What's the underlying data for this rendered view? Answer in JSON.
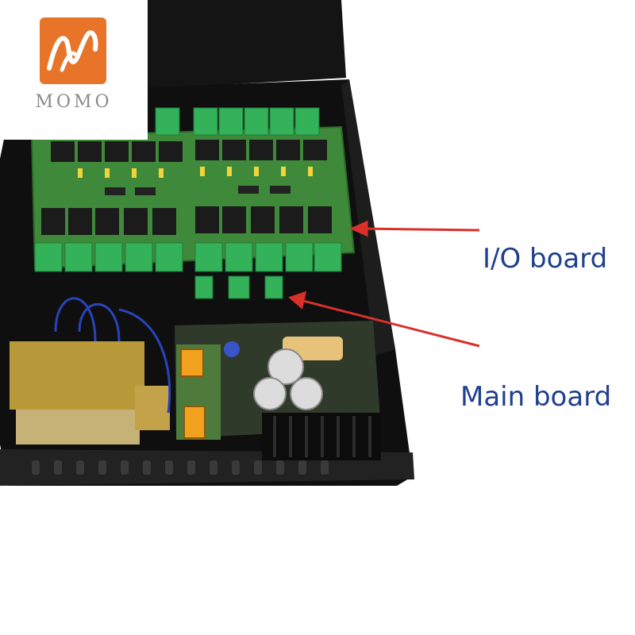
{
  "logo": {
    "brand": "MOMO",
    "color": "#e8742a"
  },
  "callouts": {
    "io_board": "I/O board",
    "main_board": "Main board",
    "arrow_color": "#d9302a",
    "text_color": "#1f3f8f"
  },
  "colors": {
    "enclosure": "#121212",
    "pcb": "#3f8a3a",
    "terminal": "#33b25a",
    "relay": "#1b1b1b",
    "transformer": "#b89a3b",
    "heatsink": "#0c0c0c"
  }
}
